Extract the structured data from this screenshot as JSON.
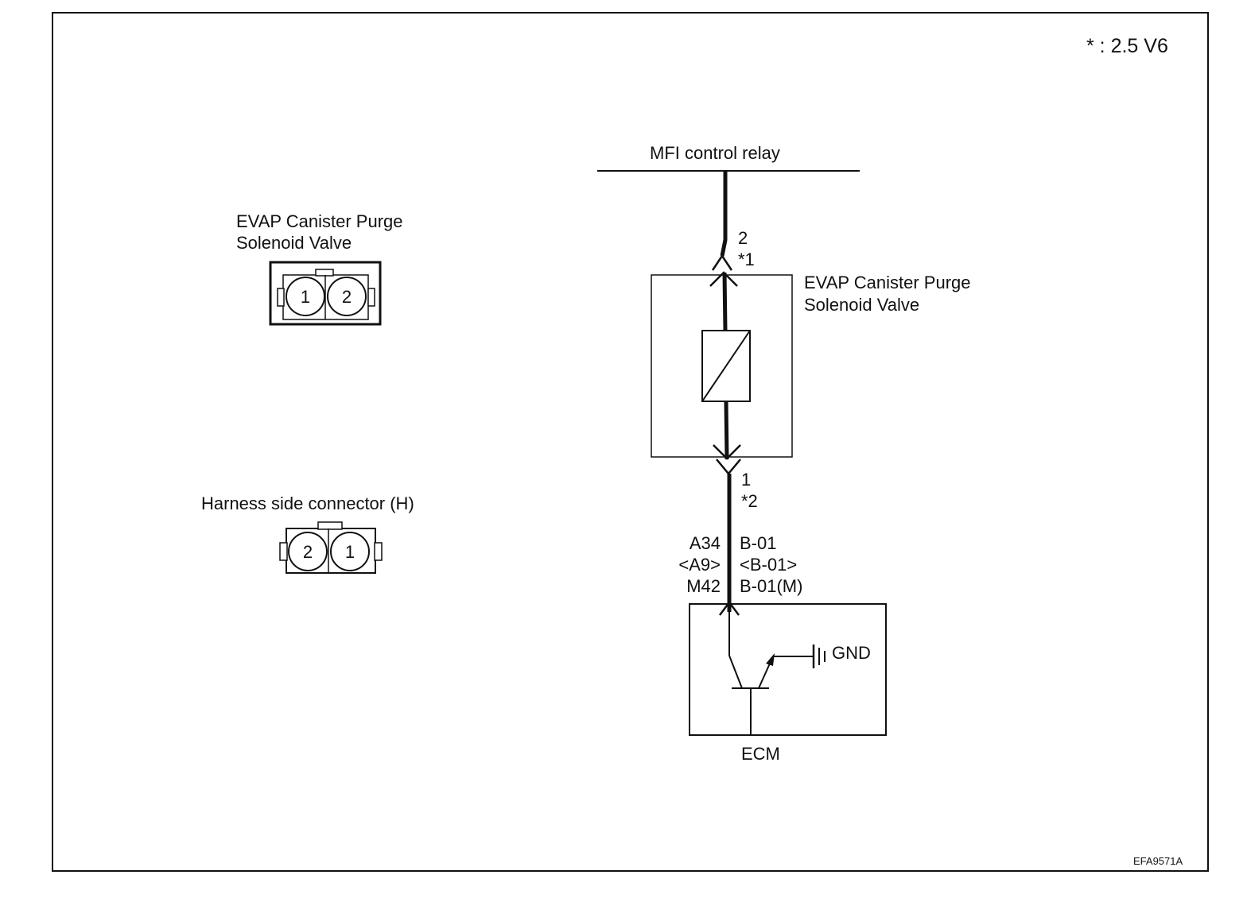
{
  "note": "* : 2.5 V6",
  "figure_code": "EFA9571A",
  "connector_views": {
    "component": {
      "title_line1": "EVAP Canister Purge",
      "title_line2": "Solenoid Valve",
      "pins": [
        "1",
        "2"
      ]
    },
    "harness": {
      "title": "Harness side connector (H)",
      "pins": [
        "2",
        "1"
      ]
    }
  },
  "schematic": {
    "relay_label": "MFI control relay",
    "valve_label_line1": "EVAP Canister Purge",
    "valve_label_line2": "Solenoid Valve",
    "upper_pin": "2",
    "upper_pin_alt": "*1",
    "lower_pin": "1",
    "lower_pin_alt": "*2",
    "ecm_terminals": [
      "A34",
      "<A9>",
      "M42"
    ],
    "connector_ids": [
      "B-01",
      "<B-01>",
      "B-01(M)"
    ],
    "gnd_label": "GND",
    "ecm_label": "ECM"
  }
}
